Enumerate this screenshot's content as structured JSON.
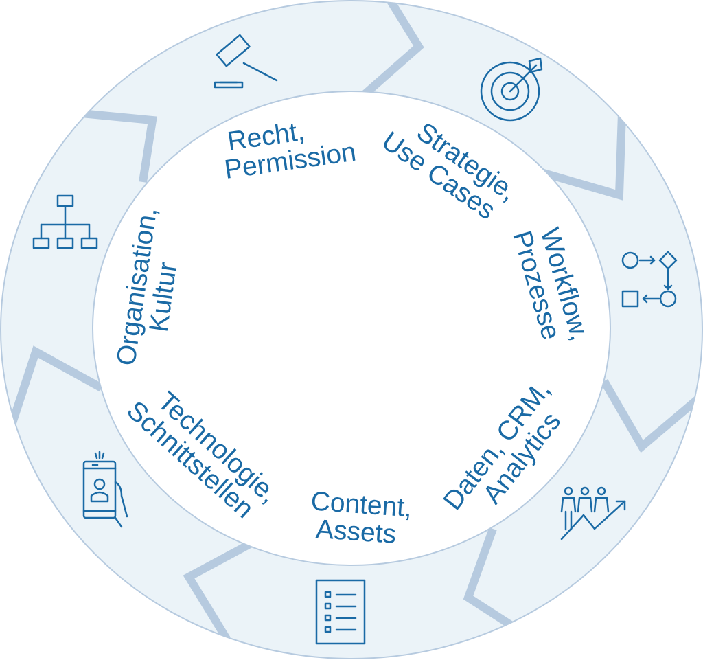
{
  "diagram": {
    "colors": {
      "ring_fill": "#ebf3f8",
      "ring_stroke": "#b6cadf",
      "text": "#1a6aa5"
    },
    "segments": [
      {
        "icon": "gavel-icon",
        "lines": [
          "Recht,",
          "Permission"
        ]
      },
      {
        "icon": "target-icon",
        "lines": [
          "Strategie,",
          "Use Cases"
        ]
      },
      {
        "icon": "workflow-icon",
        "lines": [
          "Workflow,",
          "Prozesse"
        ]
      },
      {
        "icon": "people-growth-icon",
        "lines": [
          "Daten, CRM,",
          "Analytics"
        ]
      },
      {
        "icon": "checklist-icon",
        "lines": [
          "Content,",
          "Assets"
        ]
      },
      {
        "icon": "smartphone-icon",
        "lines": [
          "Technologie,",
          "Schnittstellen"
        ]
      },
      {
        "icon": "org-chart-icon",
        "lines": [
          "Organisation,",
          "Kultur"
        ]
      }
    ]
  }
}
